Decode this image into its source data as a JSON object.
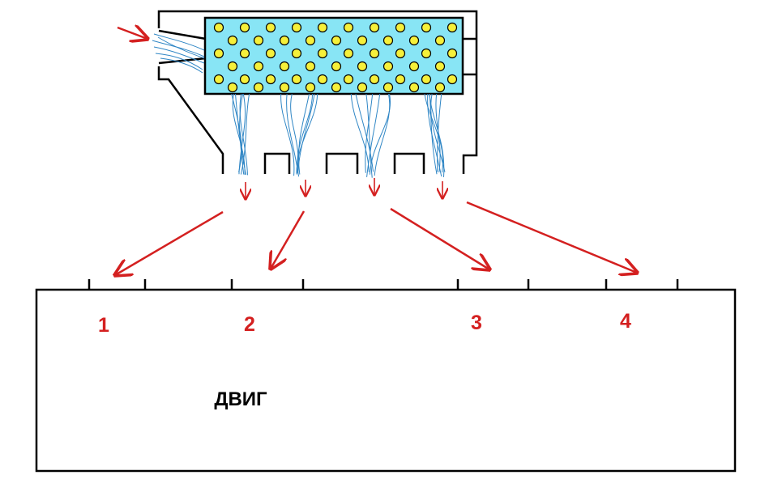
{
  "diagram": {
    "colors": {
      "outline": "#000000",
      "core": "#88e5f5",
      "ball": "#f6f03a",
      "flow": "#2f86c5",
      "arrow": "#d42020",
      "label": "#d42020",
      "text": "#000000"
    },
    "engine_label": "ДВИГ",
    "cylinders": [
      {
        "id": "1",
        "label": "1"
      },
      {
        "id": "2",
        "label": "2"
      },
      {
        "id": "3",
        "label": "3"
      },
      {
        "id": "4",
        "label": "4"
      }
    ]
  }
}
